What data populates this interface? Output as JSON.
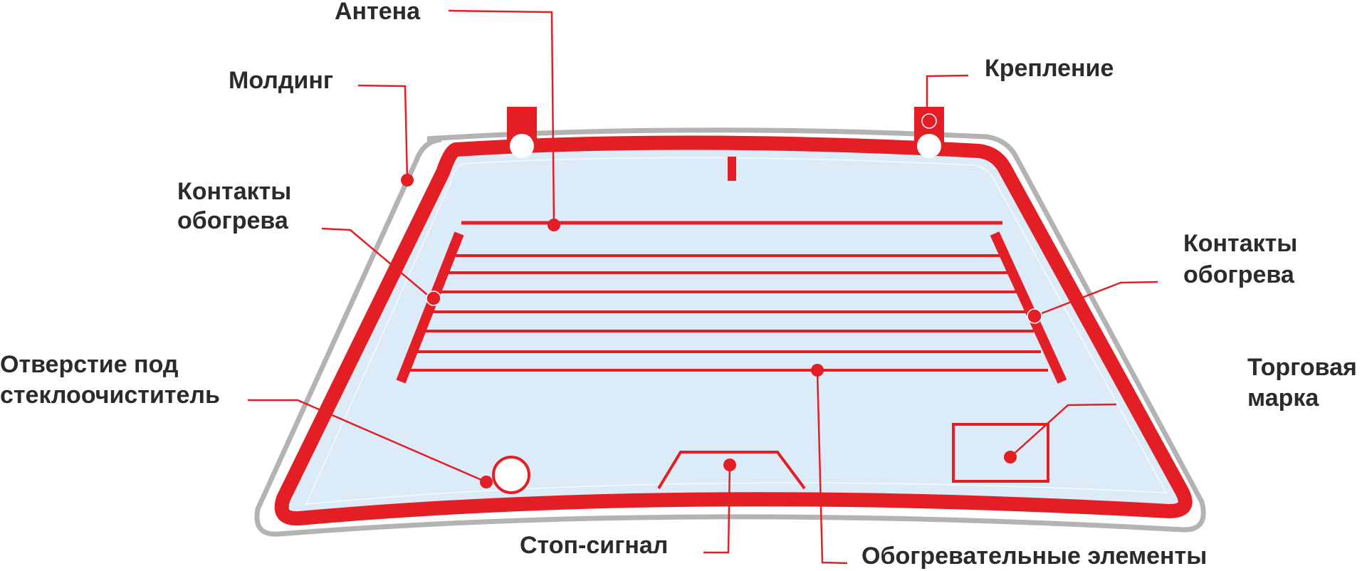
{
  "colors": {
    "accent": "#e31e24",
    "glass": "#dcebf8",
    "molding": "#b3b3b3",
    "text": "#2b2b2b"
  },
  "labels": {
    "antenna": "Антена",
    "molding": "Молдинг",
    "mount": "Крепление",
    "heat_contacts_left_line1": "Контакты",
    "heat_contacts_left_line2": "обогрева",
    "heat_contacts_right_line1": "Контакты",
    "heat_contacts_right_line2": "обогрева",
    "wiper_hole_line1": "Отверстие под",
    "wiper_hole_line2": "стеклоочиститель",
    "trademark_line1": "Торговая",
    "trademark_line2": "марка",
    "brake_light": "Стоп-сигнал",
    "heating_elements": "Обогревательные элементы"
  }
}
